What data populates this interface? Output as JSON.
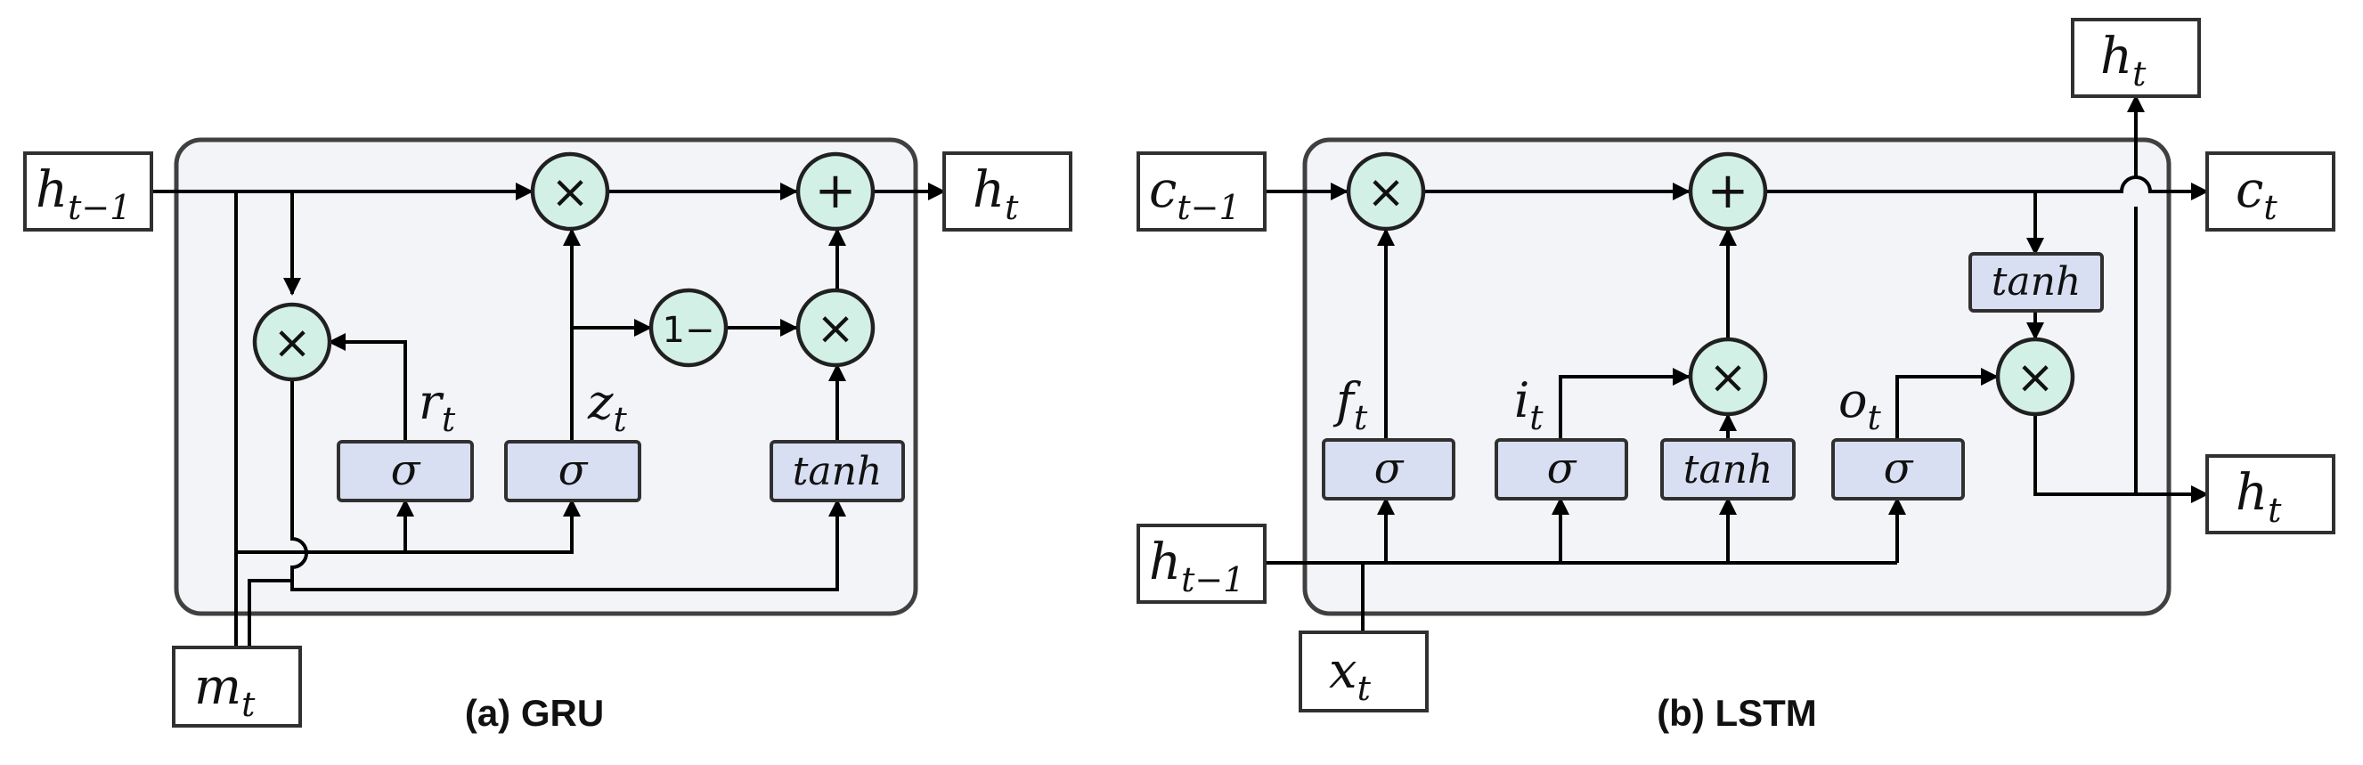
{
  "gru": {
    "caption": "(a)  GRU",
    "inputs": {
      "h_prev": {
        "base": "h",
        "sub": "t−1"
      },
      "m": {
        "base": "m",
        "sub": "t"
      }
    },
    "outputs": {
      "h": {
        "base": "h",
        "sub": "t"
      }
    },
    "gates": {
      "sigma_r": "σ",
      "sigma_z": "σ",
      "tanh": "tanh"
    },
    "gate_labels": {
      "r": {
        "base": "r",
        "sub": "t"
      },
      "z": {
        "base": "z",
        "sub": "t"
      }
    },
    "ops": {
      "mult_reset": "×",
      "mult_top": "×",
      "add": "+",
      "one_minus": "1−",
      "mult_update": "×"
    }
  },
  "lstm": {
    "caption": "(b)  LSTM",
    "inputs": {
      "c_prev": {
        "base": "c",
        "sub": "t−1"
      },
      "h_prev": {
        "base": "h",
        "sub": "t−1"
      },
      "x": {
        "base": "x",
        "sub": "t"
      }
    },
    "outputs": {
      "h_top": {
        "base": "h",
        "sub": "t"
      },
      "c": {
        "base": "c",
        "sub": "t"
      },
      "h": {
        "base": "h",
        "sub": "t"
      }
    },
    "gates": {
      "sigma_f": "σ",
      "sigma_i": "σ",
      "tanh_in": "tanh",
      "sigma_o": "σ",
      "tanh_out": "tanh"
    },
    "gate_labels": {
      "f": {
        "base": "f",
        "sub": "t"
      },
      "i": {
        "base": "i",
        "sub": "t"
      },
      "o": {
        "base": "o",
        "sub": "t"
      }
    },
    "ops": {
      "mult_forget": "×",
      "add": "+",
      "mult_input": "×",
      "mult_output": "×"
    }
  }
}
